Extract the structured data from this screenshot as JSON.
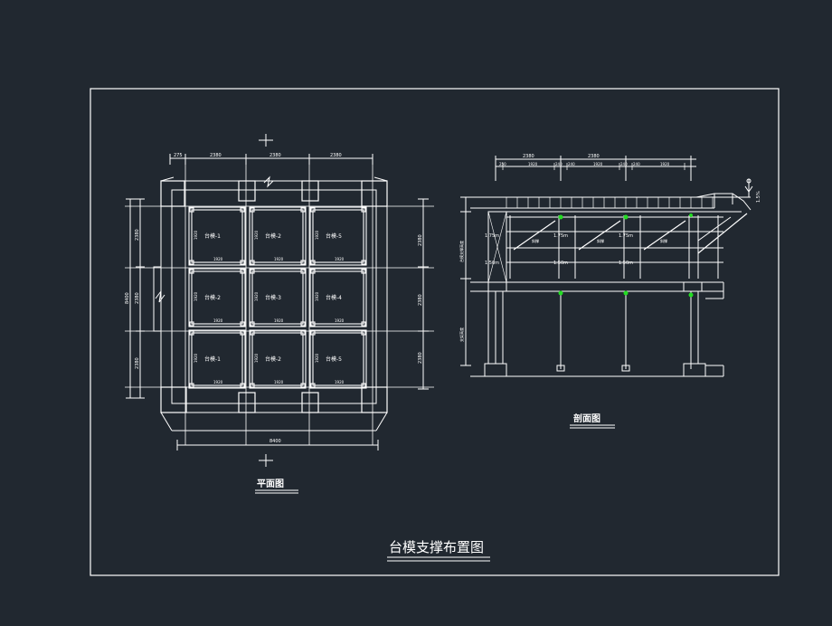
{
  "colors": {
    "background": "#212830",
    "line": "#ffffff",
    "marker": "#22dd22"
  },
  "drawing": {
    "title": "台模支撑布置图",
    "plan_label": "平面图",
    "section_label": "剖面图",
    "plan": {
      "dim_top": [
        "275",
        "2380",
        "2380",
        "2380"
      ],
      "dim_bottom": "8400",
      "dim_left_total": "8400",
      "dim_left": [
        "2380",
        "2380",
        "2380"
      ],
      "dim_right": [
        "2380",
        "2380",
        "2380"
      ],
      "panel_width": "1920",
      "panel_height": "1920",
      "panels": [
        "台模-1",
        "台模-2",
        "台模-5",
        "台模-2",
        "台模-3",
        "台模-4",
        "台模-1",
        "台模-2",
        "台模-5"
      ]
    },
    "section": {
      "dim_top": [
        "2380",
        "2380"
      ],
      "dim_top_small": [
        "250",
        "1920",
        "240",
        "240",
        "1920",
        "240",
        "240",
        "1920"
      ],
      "slope_label": "1.5%",
      "level_labels": [
        "1.75m",
        "1.50m"
      ],
      "brace_labels": [
        "斜撑",
        "斜撑",
        "斜撑"
      ],
      "side_labels": [
        "台模支撑高度",
        "支架高度"
      ]
    }
  }
}
